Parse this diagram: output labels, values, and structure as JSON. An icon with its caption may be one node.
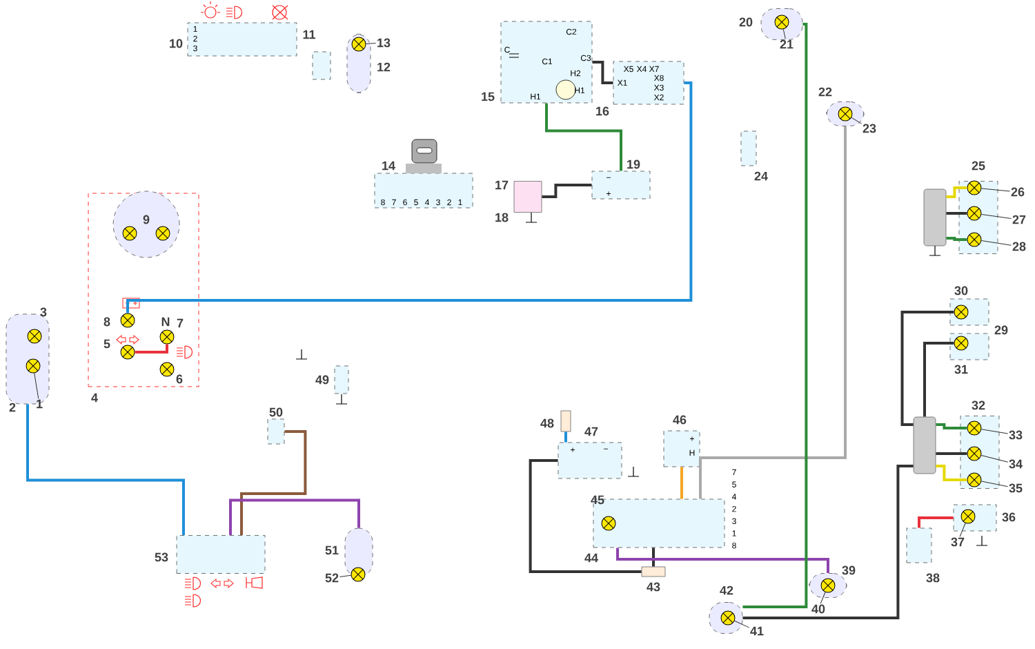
{
  "diagram": {
    "nodes": [
      {
        "text": [],
        "shape": "box",
        "beside": [
          "2"
        ]
      },
      {
        "text": [],
        "shape": "circle",
        "beside": [
          "3"
        ],
        "in": 0
      },
      {
        "text": [],
        "shape": "circle",
        "in": 0
      },
      {
        "text": [],
        "shape": "box",
        "beside": [
          "4"
        ]
      },
      {
        "text": [],
        "shape": "circle",
        "beside": [
          "9"
        ],
        "in": 3
      },
      {
        "text": [],
        "shape": "circle",
        "in": 4
      },
      {
        "text": [],
        "shape": "circle",
        "in": 4
      },
      {
        "text": [],
        "shape": "circle",
        "beside": [
          "8"
        ],
        "in": 3
      },
      {
        "text": [],
        "shape": "circle",
        "beside": [
          "N",
          "7"
        ],
        "in": 3
      },
      {
        "text": [],
        "shape": "circle",
        "beside": [
          "5"
        ],
        "in": 3
      },
      {
        "text": [],
        "shape": "circle",
        "beside": [
          "6"
        ],
        "in": 3
      },
      {
        "text": [],
        "shape": "box",
        "beside": [
          "10"
        ]
      },
      {
        "text": [],
        "shape": "box",
        "beside": [
          "11"
        ]
      },
      {
        "text": [],
        "shape": "box",
        "beside": [
          "12"
        ]
      },
      {
        "text": [],
        "shape": "circle",
        "in": 13
      },
      {
        "text": [],
        "shape": "box",
        "beside": [
          "14"
        ]
      },
      {
        "text": [],
        "shape": "box",
        "beside": [
          "15"
        ]
      },
      {
        "text": [],
        "shape": "box",
        "beside": [
          "16"
        ]
      },
      {
        "text": [],
        "shape": "box",
        "beside": [
          "17",
          "18"
        ]
      },
      {
        "text": [],
        "shape": "box",
        "beside": [
          "19"
        ]
      },
      {
        "text": [],
        "shape": "box",
        "beside": [
          "20"
        ]
      },
      {
        "text": [],
        "shape": "circle",
        "in": 20
      },
      {
        "text": [],
        "shape": "box",
        "beside": [
          "22"
        ]
      },
      {
        "text": [],
        "shape": "circle",
        "in": 22
      },
      {
        "text": [],
        "shape": "box",
        "beside": [
          "24"
        ]
      },
      {
        "text": [],
        "shape": "bar"
      },
      {
        "text": [],
        "shape": "box",
        "beside": [
          "25"
        ]
      },
      {
        "text": [],
        "shape": "circle",
        "in": 26
      },
      {
        "text": [],
        "shape": "circle",
        "in": 26
      },
      {
        "text": [],
        "shape": "circle",
        "in": 26
      },
      {
        "text": [],
        "shape": "box",
        "beside": [
          "30"
        ]
      },
      {
        "text": [],
        "shape": "circle",
        "in": 30
      },
      {
        "text": [],
        "shape": "box",
        "beside": [
          "29"
        ]
      },
      {
        "text": [],
        "shape": "circle",
        "beside": [
          "31"
        ],
        "in": 32
      },
      {
        "text": [],
        "shape": "bar"
      },
      {
        "text": [],
        "shape": "box",
        "beside": [
          "32"
        ]
      },
      {
        "text": [],
        "shape": "circle",
        "in": 35
      },
      {
        "text": [],
        "shape": "circle",
        "in": 35
      },
      {
        "text": [],
        "shape": "circle",
        "in": 35
      },
      {
        "text": [],
        "shape": "box",
        "beside": [
          "36"
        ]
      },
      {
        "text": [],
        "shape": "circle",
        "in": 39
      },
      {
        "text": [],
        "shape": "box",
        "beside": [
          "38"
        ]
      },
      {
        "text": [],
        "shape": "box",
        "beside": [
          "39"
        ]
      },
      {
        "text": [],
        "shape": "circle",
        "in": 42
      },
      {
        "text": [],
        "shape": "box",
        "beside": [
          "42"
        ]
      },
      {
        "text": [],
        "shape": "circle",
        "in": 44
      },
      {
        "text": [],
        "shape": "box",
        "beside": [
          "44"
        ]
      },
      {
        "text": [],
        "shape": "circle",
        "beside": [
          "45"
        ],
        "in": 46
      },
      {
        "text": [],
        "shape": "box",
        "beside": [
          "43"
        ]
      },
      {
        "text": [],
        "shape": "box",
        "beside": [
          "46"
        ]
      },
      {
        "text": [],
        "shape": "box",
        "beside": [
          "47"
        ]
      },
      {
        "text": [],
        "shape": "box",
        "beside": [
          "48"
        ]
      },
      {
        "text": [],
        "shape": "box",
        "beside": [
          "49"
        ]
      },
      {
        "text": [],
        "shape": "box",
        "beside": [
          "50"
        ]
      },
      {
        "text": [],
        "shape": "box",
        "beside": [
          "51"
        ]
      },
      {
        "text": [],
        "shape": "circle",
        "in": 54
      },
      {
        "text": [],
        "shape": "box",
        "beside": [
          "53"
        ]
      },
      {
        "text": [
          "26"
        ]
      },
      {
        "text": [
          "27"
        ]
      },
      {
        "text": [
          "28"
        ]
      },
      {
        "text": [
          "33"
        ]
      },
      {
        "text": [
          "34"
        ]
      },
      {
        "text": [
          "35"
        ]
      },
      {
        "text": [
          "13"
        ]
      },
      {
        "text": [
          "21"
        ]
      },
      {
        "text": [
          "23"
        ]
      },
      {
        "text": [
          "1"
        ]
      },
      {
        "text": [
          "37"
        ]
      },
      {
        "text": [
          "40"
        ]
      },
      {
        "text": [
          "41"
        ]
      },
      {
        "text": [
          "52"
        ]
      }
    ],
    "edges": [
      {
        "from": 16,
        "to": 17,
        "arrow": "none"
      },
      {
        "from": 16,
        "to": 19,
        "arrow": "none",
        "color": "#2e8b3a"
      },
      {
        "from": 18,
        "to": 19,
        "arrow": "none"
      },
      {
        "from": 50,
        "to": 48,
        "arrow": "none"
      },
      {
        "from": 48,
        "to": 46,
        "arrow": "none"
      },
      {
        "from": 51,
        "to": 50,
        "arrow": "none",
        "color": "#1e90d8"
      },
      {
        "from": 53,
        "to": 56,
        "arrow": "none",
        "color": "#8b5a3c"
      },
      {
        "from": 54,
        "to": 56,
        "arrow": "none",
        "color": "#8e44ad"
      },
      {
        "from": 42,
        "to": 46,
        "arrow": "none",
        "color": "#8e44ad"
      },
      {
        "from": 44,
        "to": 34,
        "arrow": "none"
      },
      {
        "from": 41,
        "to": 39,
        "arrow": "none",
        "color": "#e8323c"
      },
      {
        "from": 49,
        "to": 46,
        "arrow": "none",
        "color": "#f5a623"
      },
      {
        "from": 0,
        "to": 56,
        "arrow": "none",
        "color": "#1e90d8"
      },
      {
        "from": 17,
        "to": 7,
        "arrow": "none",
        "color": "#1e90d8"
      },
      {
        "from": 25,
        "to": 27,
        "arrow": "none",
        "color": "#e6d800"
      },
      {
        "from": 25,
        "to": 28,
        "arrow": "none"
      },
      {
        "from": 25,
        "to": 29,
        "arrow": "none",
        "color": "#2e8b3a"
      },
      {
        "from": 34,
        "to": 36,
        "arrow": "none",
        "color": "#2e8b3a"
      },
      {
        "from": 34,
        "to": 37,
        "arrow": "none"
      },
      {
        "from": 34,
        "to": 38,
        "arrow": "none",
        "color": "#e6d800"
      },
      {
        "from": 33,
        "to": 34,
        "arrow": "none"
      },
      {
        "from": 31,
        "to": 34,
        "arrow": "none"
      },
      {
        "from": 9,
        "to": 8,
        "arrow": "none",
        "color": "#e8323c"
      },
      {
        "from": 22,
        "to": 46,
        "arrow": "none",
        "color": "#a9a9a9"
      },
      {
        "from": 20,
        "to": 44,
        "arrow": "none",
        "color": "#2e8b3a"
      },
      {
        "from": 57,
        "to": 27,
        "arrow": "none"
      },
      {
        "from": 58,
        "to": 28,
        "arrow": "none"
      },
      {
        "from": 59,
        "to": 29,
        "arrow": "none"
      },
      {
        "from": 60,
        "to": 36,
        "arrow": "none"
      },
      {
        "from": 61,
        "to": 37,
        "arrow": "none"
      },
      {
        "from": 62,
        "to": 38,
        "arrow": "none"
      },
      {
        "from": 63,
        "to": 14,
        "arrow": "none"
      },
      {
        "from": 64,
        "to": 21,
        "arrow": "none"
      },
      {
        "from": 65,
        "to": 23,
        "arrow": "none"
      },
      {
        "from": 66,
        "to": 2,
        "arrow": "none"
      },
      {
        "from": 67,
        "to": 40,
        "arrow": "none"
      },
      {
        "from": 68,
        "to": 43,
        "arrow": "none"
      },
      {
        "from": 69,
        "to": 45,
        "arrow": "none"
      },
      {
        "from": 70,
        "to": 55,
        "arrow": "none"
      }
    ],
    "labels": [
      "1",
      "2",
      "3",
      "C2",
      "C",
      "C1",
      "C3",
      "H2",
      "H1",
      "H1",
      "X5",
      "X4",
      "X7",
      "X1",
      "X8",
      "X3",
      "X2",
      "8",
      "7",
      "6",
      "5",
      "4",
      "3",
      "2",
      "1",
      "−",
      "+",
      "+",
      "−",
      "+",
      "H",
      "7",
      "5",
      "4",
      "2",
      "3",
      "1",
      "8"
    ]
  }
}
